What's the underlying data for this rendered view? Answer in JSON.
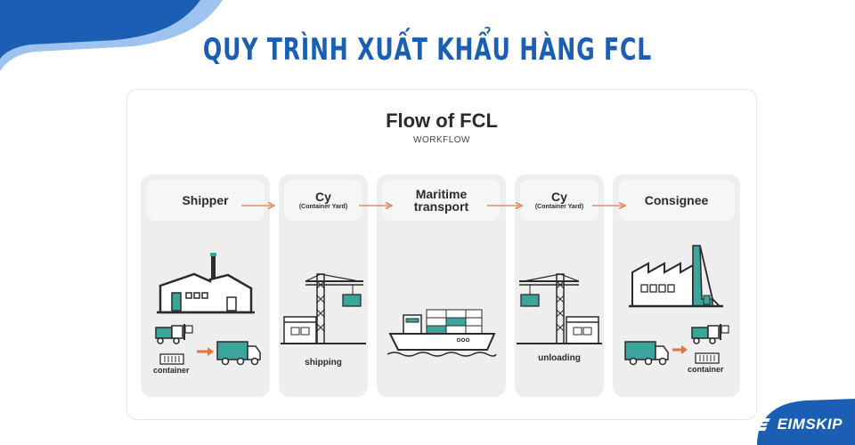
{
  "header": {
    "title": "QUY TRÌNH XUẤT KHẨU HÀNG FCL"
  },
  "diagram": {
    "title": "Flow of FCL",
    "subtitle": "WORKFLOW",
    "stages": [
      {
        "name": "Shipper",
        "caption": "container"
      },
      {
        "name": "Cy",
        "subname": "(Container Yard)",
        "caption": "shipping"
      },
      {
        "name": "Maritime transport"
      },
      {
        "name": "Cy",
        "subname": "(Container Yard)",
        "caption": "unloading"
      },
      {
        "name": "Consignee",
        "caption": "container"
      }
    ]
  },
  "brand": {
    "name": "EIMSKIP"
  },
  "colors": {
    "title_blue": "#1a5fb4",
    "accent_orange": "#e8733a",
    "teal": "#3aa59a",
    "dark": "#2b2b2b",
    "stage_bg": "#eeeeee"
  }
}
